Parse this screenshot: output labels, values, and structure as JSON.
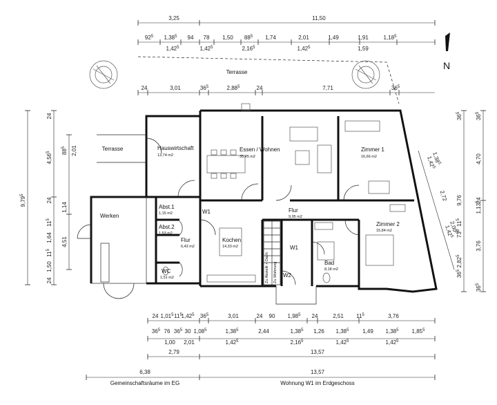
{
  "north_label": "N",
  "terrace_top_label": "Terrasse",
  "rooms": {
    "terrasse_left": {
      "name": "Terrasse"
    },
    "hauswirtschaft": {
      "name": "Hauswirtschaft",
      "area": "13,74 m2"
    },
    "essen_wohnen": {
      "name": "Essen / Wohnen",
      "area": "35,45 m2"
    },
    "zimmer1": {
      "name": "Zimmer 1",
      "area": "16,66 m2"
    },
    "werken": {
      "name": "Werken"
    },
    "abst1": {
      "name": "Abst.1",
      "area": "1,15 m2"
    },
    "abst2": {
      "name": "Abst.2",
      "area": "1,53 m2"
    },
    "flur_left": {
      "name": "Flur",
      "area": "6,43 m2"
    },
    "wc": {
      "name": "WC",
      "area": "1,51 m2"
    },
    "kochen": {
      "name": "Kochen",
      "area": "14,33 m2"
    },
    "flur_main": {
      "name": "Flur",
      "area": "9,95 m2"
    },
    "zimmer2": {
      "name": "Zimmer 2",
      "area": "15,84 m2"
    },
    "bad": {
      "name": "Bad",
      "area": "8,18 m2"
    },
    "w1_a": {
      "name": "W1"
    },
    "w1_b": {
      "name": "W1"
    },
    "w2": {
      "name": "W2"
    },
    "stair_label_1": {
      "name": "Zu Abstellr.+ Dach"
    },
    "stair_label_2": {
      "name": "Zu Wohnung"
    }
  },
  "captions": {
    "left": "Gemeinschaftsräume im EG",
    "right": "Wohnung W1 im Erdgeschoss"
  },
  "dims_top": {
    "row1": [
      {
        "t": "3,25"
      },
      {
        "t": "11,50"
      }
    ],
    "row2": [
      {
        "t": "92",
        "s": "5"
      },
      {
        "t": "1,38",
        "s": "5"
      },
      {
        "t": "94"
      },
      {
        "t": "78"
      },
      {
        "t": "1,50"
      },
      {
        "t": "88",
        "s": "5"
      },
      {
        "t": "1,74"
      },
      {
        "t": "2,01"
      },
      {
        "t": "1,49"
      },
      {
        "t": "1,91"
      },
      {
        "t": "1,18",
        "s": "5"
      }
    ],
    "row3": [
      {
        "t": "1,42",
        "s": "5"
      },
      {
        "t": "1,42",
        "s": "5"
      },
      {
        "t": "2,16",
        "s": "5"
      },
      {
        "t": "1,42",
        "s": "5"
      },
      {
        "t": "1,59"
      }
    ],
    "row4": [
      {
        "t": "24"
      },
      {
        "t": "3,01"
      },
      {
        "t": "36",
        "s": "5"
      },
      {
        "t": "2,88",
        "s": "5"
      },
      {
        "t": "24"
      },
      {
        "t": "7,71"
      },
      {
        "t": "36",
        "s": "5"
      }
    ]
  },
  "dims_bottom": {
    "row1": [
      {
        "t": "24"
      },
      {
        "t": "1,01",
        "s": "5"
      },
      {
        "t": "11",
        "s": "5"
      },
      {
        "t": "1,42",
        "s": "5"
      },
      {
        "t": "36",
        "s": "5"
      },
      {
        "t": "3,01"
      },
      {
        "t": "24"
      },
      {
        "t": "90"
      },
      {
        "t": "1,98",
        "s": "5"
      },
      {
        "t": "24"
      },
      {
        "t": "2,51"
      },
      {
        "t": "11",
        "s": "5"
      },
      {
        "t": "3,76"
      }
    ],
    "row2": [
      {
        "t": "36",
        "s": "5"
      },
      {
        "t": "76"
      },
      {
        "t": "36",
        "s": "5"
      },
      {
        "t": "30"
      },
      {
        "t": "1,08",
        "s": "5"
      },
      {
        "t": "1,38",
        "s": "5"
      },
      {
        "t": "2,44"
      },
      {
        "t": "1,38",
        "s": "5"
      },
      {
        "t": "1,26"
      },
      {
        "t": "1,38",
        "s": "5"
      },
      {
        "t": "1,49"
      },
      {
        "t": "1,38",
        "s": "5"
      },
      {
        "t": "1,85",
        "s": "5"
      }
    ],
    "row3": [
      {
        "t": "1,00"
      },
      {
        "t": "2,01"
      },
      {
        "t": "1,42",
        "s": "5"
      },
      {
        "t": "2,16",
        "s": "5"
      },
      {
        "t": "1,42",
        "s": "5"
      },
      {
        "t": "1,42",
        "s": "5"
      }
    ],
    "row4": [
      {
        "t": "2,79"
      },
      {
        "t": "13,57"
      }
    ],
    "row5": [
      {
        "t": "6,38"
      },
      {
        "t": "13,57"
      }
    ]
  },
  "dims_left": {
    "outer": {
      "t": "9,79",
      "s": "5"
    },
    "col2": [
      {
        "t": "24"
      },
      {
        "t": "4,56",
        "s": "5"
      },
      {
        "t": "24"
      },
      {
        "t": "11",
        "s": "5"
      },
      {
        "t": "1,64"
      },
      {
        "t": "11",
        "s": "5"
      },
      {
        "t": "1,50"
      },
      {
        "t": "24"
      }
    ],
    "col3": [
      {
        "t": "88",
        "s": "5"
      },
      {
        "t": "2,01"
      },
      {
        "t": "1,14"
      },
      {
        "t": "4,51"
      }
    ]
  },
  "dims_right": {
    "col1": [
      {
        "t": "36",
        "s": "5"
      },
      {
        "t": "9,76"
      },
      {
        "t": "11",
        "s": "5"
      },
      {
        "t": "73",
        "s": "5"
      },
      {
        "t": "2,82",
        "s": "5"
      },
      {
        "t": "36",
        "s": "5"
      }
    ],
    "col2": [
      {
        "t": "36",
        "s": "5"
      },
      {
        "t": "4,70"
      },
      {
        "t": "1,13",
        "s": "5"
      },
      {
        "t": "24"
      },
      {
        "t": "3,76"
      },
      {
        "t": "36",
        "s": "5"
      }
    ],
    "diag": [
      {
        "t": "1,38",
        "s": "5"
      },
      {
        "t": "1,42",
        "s": "5"
      },
      {
        "t": "2,72"
      },
      {
        "t": "2,00",
        "s": "5"
      },
      {
        "t": "1,42",
        "s": "5"
      }
    ]
  }
}
